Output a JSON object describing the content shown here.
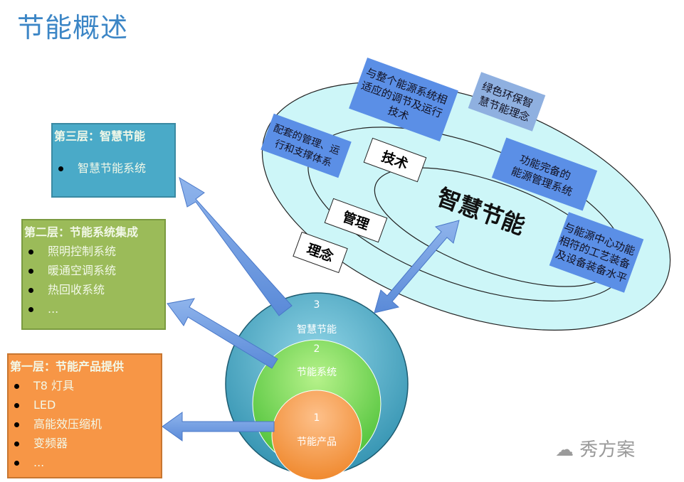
{
  "title": "节能概述",
  "layers": [
    {
      "heading": "第三层：智慧节能",
      "items": [
        "智慧节能系统"
      ],
      "color": "#4aaac8"
    },
    {
      "heading": "第二层：节能系统集成",
      "items": [
        "照明控制系统",
        "暖通空调系统",
        "热回收系统",
        "..."
      ],
      "color": "#9bbb59"
    },
    {
      "heading": "第一层：节能产品提供",
      "items": [
        "T8 灯具",
        "LED",
        "高能效压缩机",
        "变频器",
        "..."
      ],
      "color": "#f79646"
    }
  ],
  "circles": [
    {
      "number": "3",
      "label": "智慧节能",
      "color": "#4aaac8"
    },
    {
      "number": "2",
      "label": "节能系统",
      "color": "#7ed957"
    },
    {
      "number": "1",
      "label": "节能产品",
      "color": "#f79646"
    }
  ],
  "ellipse": {
    "center_label": "智慧节能",
    "levels": [
      "技术",
      "管理",
      "理念"
    ],
    "notes": {
      "tech": [
        "与整个能源系统相",
        "适应的调节及运行",
        "技术"
      ],
      "green": [
        "绿色环保智",
        "慧节能理念"
      ],
      "mgmt": [
        "配套的管理、运",
        "行和支撑体系"
      ],
      "energy": [
        "功能完备的",
        "能源管理系统"
      ],
      "equip": [
        "与能源中心功能",
        "相符的工艺装备",
        "及设备装备水平"
      ]
    }
  },
  "watermark": "秀方案"
}
